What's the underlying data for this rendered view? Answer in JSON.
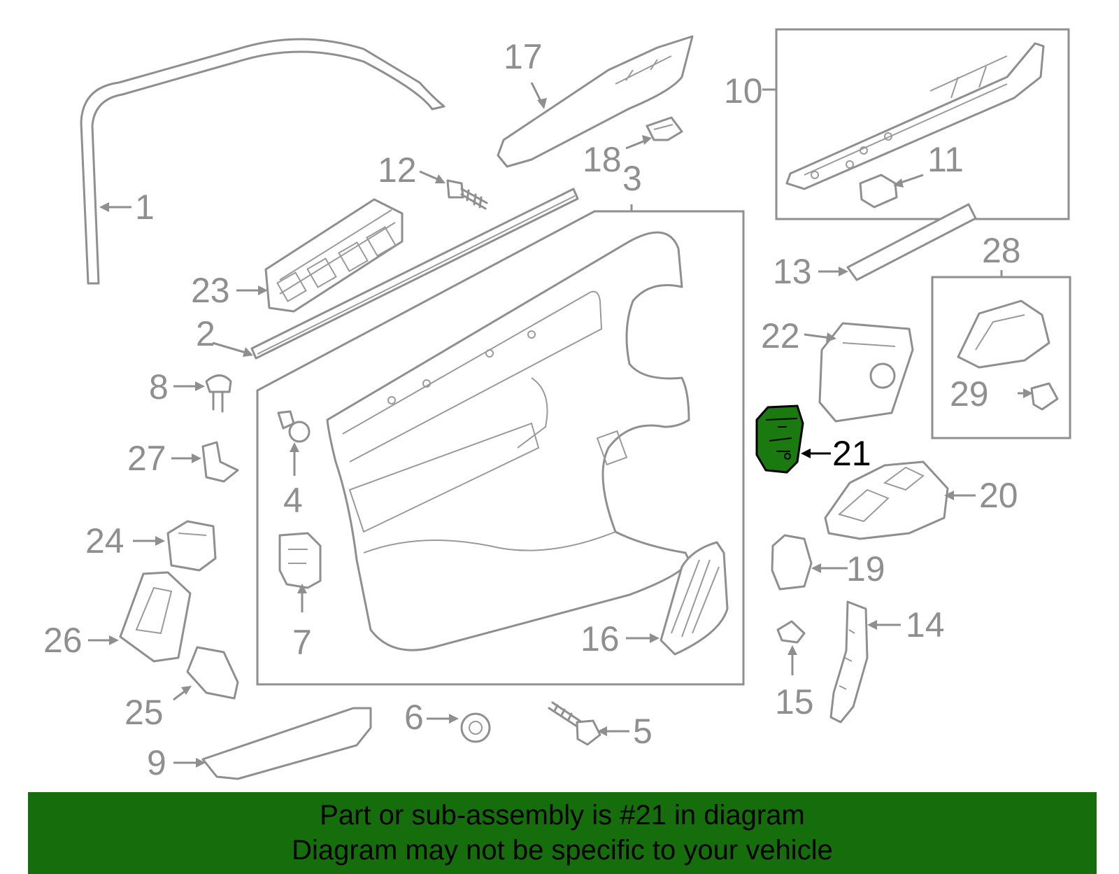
{
  "diagram": {
    "highlighted_part": "21",
    "highlight_color": "#1b7a0f",
    "line_color": "#8f8f8f",
    "callouts": [
      "1",
      "2",
      "3",
      "4",
      "5",
      "6",
      "7",
      "8",
      "9",
      "10",
      "11",
      "12",
      "13",
      "14",
      "15",
      "16",
      "17",
      "18",
      "19",
      "20",
      "21",
      "22",
      "23",
      "24",
      "25",
      "26",
      "27",
      "28",
      "29"
    ]
  },
  "banner": {
    "line1": "Part or sub-assembly is #21 in diagram",
    "line2": "Diagram may not be specific to your vehicle",
    "background": "#156e0b"
  }
}
